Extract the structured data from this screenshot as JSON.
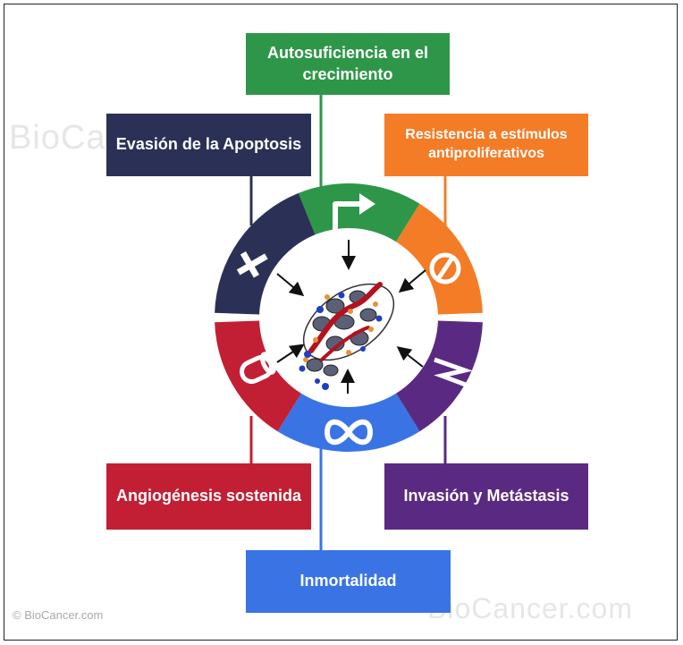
{
  "boxes": {
    "growth": "Autosuficiencia en el crecimiento",
    "apoptosis": "Evasión de la Apoptosis",
    "antiproliferative": "Resistencia a estímulos antiproliferativos",
    "angiogenesis": "Angiogénesis sostenida",
    "invasion": "Invasión y Metástasis",
    "immortality": "Inmortalidad"
  },
  "copyright": "© BioCancer.com",
  "watermark": "BioCancer.com",
  "colors": {
    "green": "#2e9648",
    "navy": "#2b3156",
    "orange": "#f47c26",
    "purple": "#5a2a83",
    "blue": "#3a74e4",
    "red": "#c21f34"
  },
  "icons": {
    "green": "bent-arrow-icon",
    "orange": "blocked-circle-icon",
    "purple": "zigzag-icon",
    "blue": "infinity-icon",
    "red": "tube-icon",
    "navy": "cross-icon"
  }
}
